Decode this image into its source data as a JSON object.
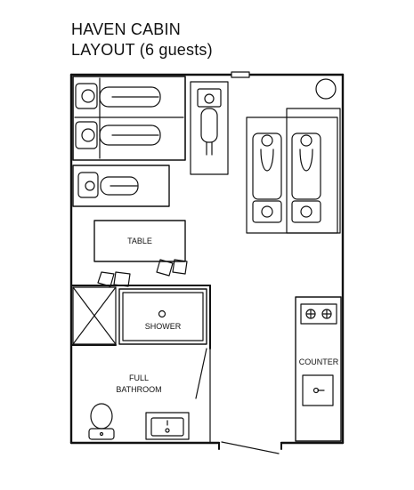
{
  "title": {
    "line1": "HAVEN CABIN",
    "line2": "LAYOUT (6 guests)"
  },
  "labels": {
    "table": "TABLE",
    "shower": "SHOWER",
    "bathroom_line1": "FULL",
    "bathroom_line2": "BATHROOM",
    "counter": "COUNTER"
  },
  "colors": {
    "line": "#111111",
    "background": "#ffffff"
  },
  "icons": [
    "bed-icon",
    "person-icon",
    "sofa-icon",
    "stove-icon",
    "sink-icon",
    "toilet-icon",
    "drain-icon",
    "lamp-icon",
    "door-icon"
  ]
}
